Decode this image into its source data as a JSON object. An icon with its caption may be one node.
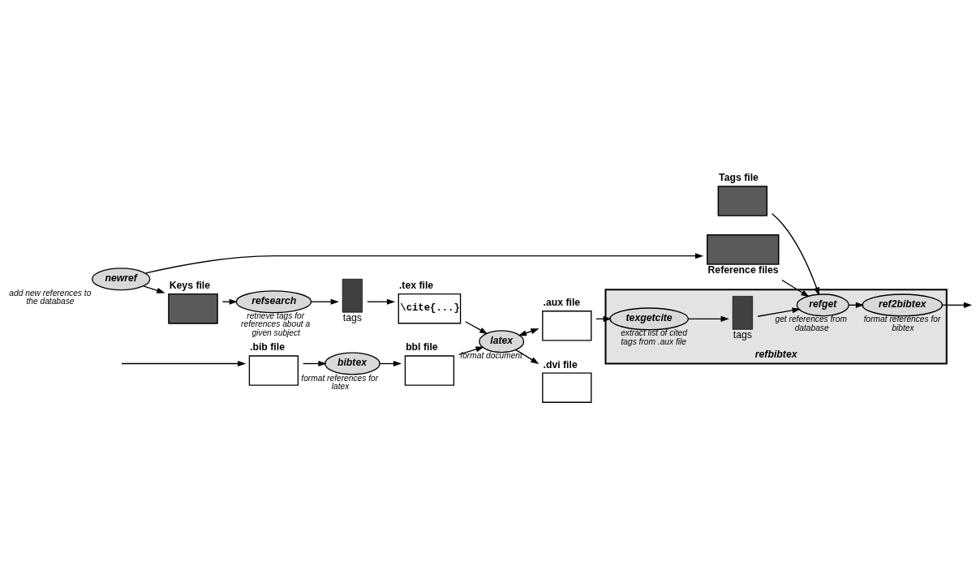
{
  "diagram": {
    "nodes": [
      {
        "text": [
          "Keys file"
        ]
      },
      {
        "text": [
          "newref"
        ],
        "beside": [
          "add new references to the database"
        ]
      },
      {
        "text": [
          "refsearch"
        ],
        "beside": [
          "retrieve tags for references about a given subject"
        ]
      },
      {
        "text": [
          "tags"
        ]
      },
      {
        "text": [
          ".tex file",
          "\\cite{...}"
        ]
      },
      {
        "text": [
          "Tags file"
        ]
      },
      {
        "text": [
          "Reference files"
        ]
      },
      {
        "text": [
          ".aux file"
        ]
      },
      {
        "text": [
          "latex"
        ],
        "beside": [
          "format document"
        ]
      },
      {
        "text": [
          "refbibtex"
        ]
      },
      {
        "text": [
          "texgetcite"
        ],
        "beside": [
          "extract list of cited tags from .aux file"
        ],
        "in": 9
      },
      {
        "text": [
          "tags"
        ],
        "in": 9
      },
      {
        "text": [
          "refget"
        ],
        "beside": [
          "get references from database"
        ],
        "in": 9
      },
      {
        "text": [
          "ref2bibtex"
        ],
        "beside": [
          "format references for bibtex"
        ],
        "in": 9
      },
      {
        "text": [
          ".dvi file"
        ]
      },
      {
        "text": [
          "bbl file"
        ]
      },
      {
        "text": [
          ".bib file"
        ]
      },
      {
        "text": [
          "bibtex"
        ],
        "beside": [
          "format references for latex"
        ]
      }
    ],
    "edges": [
      {
        "from": 1,
        "to": 0,
        "arrow": "to"
      },
      {
        "from": 0,
        "to": 2,
        "arrow": "to"
      },
      {
        "from": 2,
        "to": 3,
        "arrow": "to"
      },
      {
        "from": 3,
        "to": 4,
        "arrow": "to"
      },
      {
        "from": 1,
        "to": 6,
        "arrow": "to"
      },
      {
        "from": 4,
        "to": 8,
        "arrow": "to"
      },
      {
        "from": 8,
        "to": 7,
        "arrow": "both"
      },
      {
        "from": 7,
        "to": 10,
        "arrow": "to"
      },
      {
        "from": 10,
        "to": 11,
        "arrow": "to"
      },
      {
        "from": 11,
        "to": 12,
        "arrow": "to"
      },
      {
        "from": 5,
        "to": 12,
        "arrow": "to"
      },
      {
        "from": 6,
        "to": 12,
        "arrow": "to"
      },
      {
        "from": 12,
        "to": 13,
        "arrow": "to"
      },
      {
        "from": 13,
        "to": null,
        "arrow": "to"
      },
      {
        "from": null,
        "to": 16,
        "arrow": "to"
      },
      {
        "from": 16,
        "to": 17,
        "arrow": "to"
      },
      {
        "from": 17,
        "to": 15,
        "arrow": "to"
      },
      {
        "from": 15,
        "to": 8,
        "arrow": "to"
      },
      {
        "from": 8,
        "to": 14,
        "arrow": "to"
      }
    ]
  }
}
